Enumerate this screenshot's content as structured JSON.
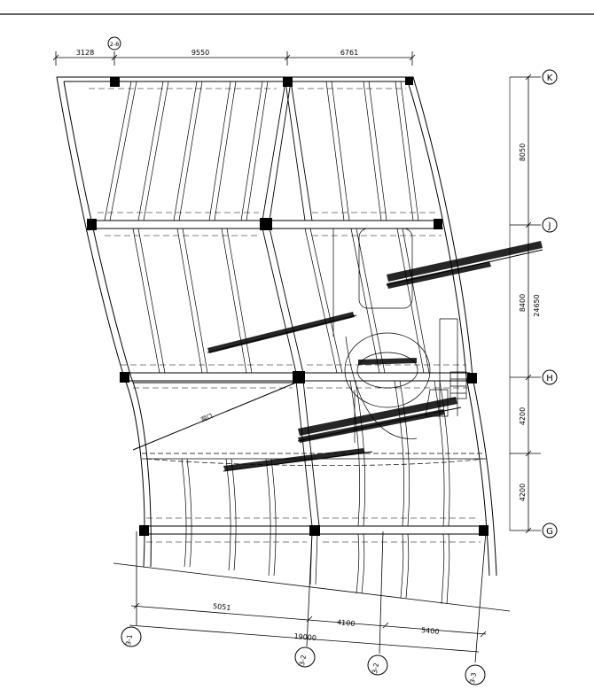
{
  "top_dimensions": {
    "left": "3128",
    "middle": "9550",
    "right": "6761",
    "top_axis_label": "2-8"
  },
  "right_dimensions": {
    "kj": "8050",
    "jh": "8400",
    "hg_upper": "4200",
    "hg_lower": "4200",
    "total": "24650"
  },
  "right_axes": [
    "K",
    "J",
    "H",
    "G"
  ],
  "bottom_dimensions": {
    "first": "5051",
    "second": "4100",
    "third": "5400",
    "total": "19000"
  },
  "bottom_axes": [
    "3-1",
    "3-2",
    "3-2",
    "3-3"
  ],
  "annotation_void": "洞口",
  "colors": {
    "line": "#000000",
    "column": "#000000",
    "background": "#ffffff"
  }
}
